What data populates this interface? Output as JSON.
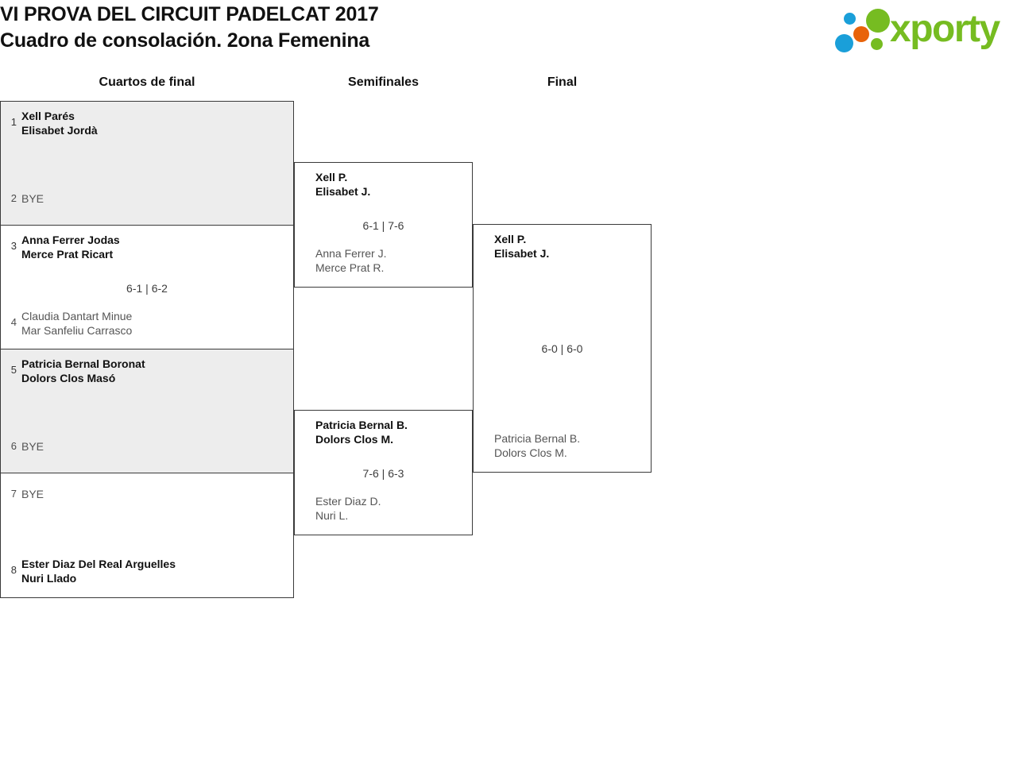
{
  "header": {
    "title_line1": "VI PROVA DEL CIRCUIT PADELCAT 2017",
    "title_line2": "Cuadro de consolación. 2ona Femenina",
    "logo_word": "xporty",
    "logo_colors": {
      "green": "#76bc21",
      "blue": "#1a9fd9",
      "orange": "#e8630a"
    }
  },
  "rounds": [
    {
      "label": "Cuartos de final"
    },
    {
      "label": "Semifinales"
    },
    {
      "label": "Final"
    }
  ],
  "bracket": {
    "shaded_bg": "#ededed",
    "border_color": "#3a3a3a",
    "quarterfinals": [
      {
        "shaded": true,
        "score": "",
        "top": {
          "seed": "1",
          "line1": "Xell Parés",
          "line2": "Elisabet Jordà",
          "winner": true,
          "bye": false
        },
        "bottom": {
          "seed": "2",
          "line1": "BYE",
          "line2": "",
          "winner": false,
          "bye": true
        }
      },
      {
        "shaded": false,
        "score": "6-1 | 6-2",
        "top": {
          "seed": "3",
          "line1": "Anna Ferrer Jodas",
          "line2": "Merce Prat Ricart",
          "winner": true,
          "bye": false
        },
        "bottom": {
          "seed": "4",
          "line1": "Claudia Dantart Minue",
          "line2": "Mar Sanfeliu Carrasco",
          "winner": false,
          "bye": false
        }
      },
      {
        "shaded": true,
        "score": "",
        "top": {
          "seed": "5",
          "line1": "Patricia Bernal Boronat",
          "line2": "Dolors Clos Masó",
          "winner": true,
          "bye": false
        },
        "bottom": {
          "seed": "6",
          "line1": "BYE",
          "line2": "",
          "winner": false,
          "bye": true
        }
      },
      {
        "shaded": false,
        "score": "",
        "top": {
          "seed": "7",
          "line1": "BYE",
          "line2": "",
          "winner": false,
          "bye": true
        },
        "bottom": {
          "seed": "8",
          "line1": "Ester Diaz Del Real Arguelles",
          "line2": "Nuri Llado",
          "winner": true,
          "bye": false
        }
      }
    ],
    "semifinals": [
      {
        "score": "6-1 | 7-6",
        "top": {
          "line1": "Xell P.",
          "line2": "Elisabet J.",
          "winner": true
        },
        "bottom": {
          "line1": "Anna Ferrer J.",
          "line2": "Merce Prat R.",
          "winner": false
        }
      },
      {
        "score": "7-6 | 6-3",
        "top": {
          "line1": "Patricia Bernal B.",
          "line2": "Dolors Clos M.",
          "winner": true
        },
        "bottom": {
          "line1": "Ester Diaz D.",
          "line2": "Nuri L.",
          "winner": false
        }
      }
    ],
    "final": [
      {
        "score": "6-0 | 6-0",
        "top": {
          "line1": "Xell P.",
          "line2": "Elisabet J.",
          "winner": true
        },
        "bottom": {
          "line1": "Patricia Bernal B.",
          "line2": "Dolors Clos M.",
          "winner": false
        }
      }
    ]
  }
}
